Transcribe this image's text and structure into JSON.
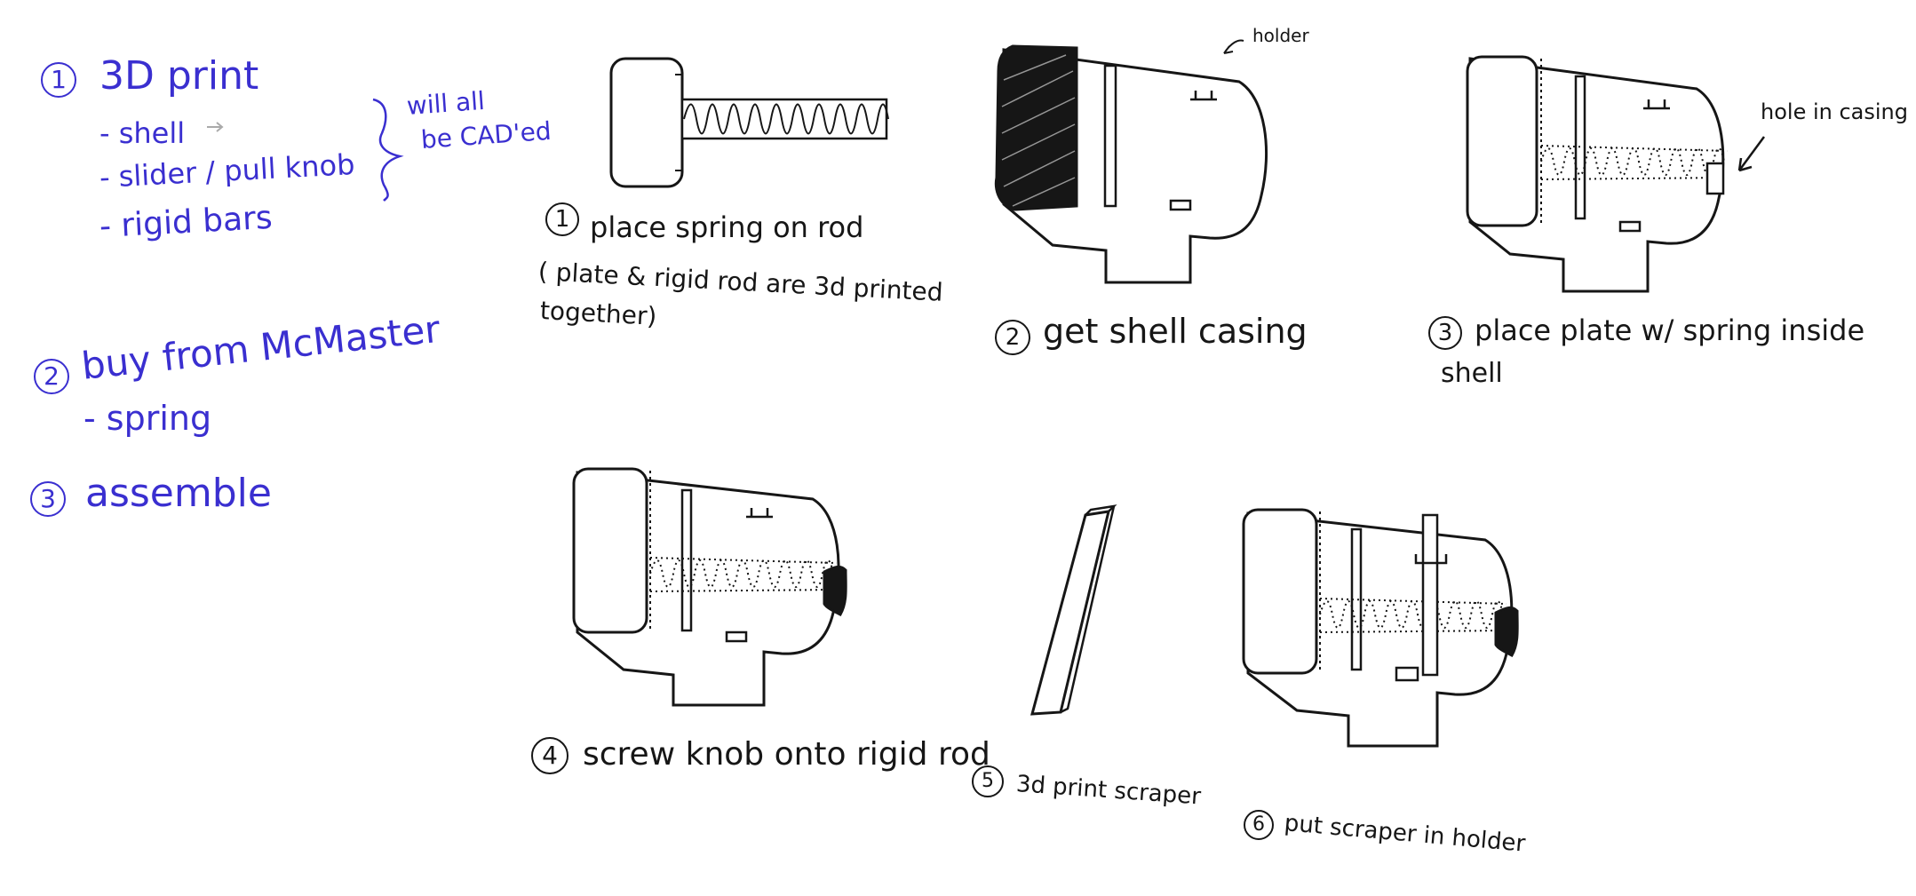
{
  "colors": {
    "plan_ink": "#3a2fd0",
    "sketch_ink": "#161616",
    "paper": "#ffffff"
  },
  "plan": {
    "step1": {
      "number": "1",
      "title": "3D print"
    },
    "step1_items": [
      "- shell",
      "- slider / pull knob",
      "- rigid bars"
    ],
    "brace_note": [
      "will all",
      "be CAD'ed"
    ],
    "step2": {
      "number": "2",
      "title": "buy from McMaster"
    },
    "step2_items": [
      "- spring"
    ],
    "step3": {
      "number": "3",
      "title": "assemble"
    }
  },
  "steps": [
    {
      "number": "1",
      "lines": [
        "place spring on rod",
        "( plate & rigid rod are 3d printed",
        "together)"
      ]
    },
    {
      "number": "2",
      "lines": [
        "get shell casing"
      ],
      "annotation": "holder"
    },
    {
      "number": "3",
      "lines": [
        "place  plate w/ spring  inside",
        "shell"
      ],
      "annotation": "hole in casing"
    },
    {
      "number": "4",
      "lines": [
        "screw knob onto rigid rod"
      ]
    },
    {
      "number": "5",
      "lines": [
        "3d print scraper"
      ]
    },
    {
      "number": "6",
      "lines": [
        "put scraper in holder"
      ]
    }
  ]
}
